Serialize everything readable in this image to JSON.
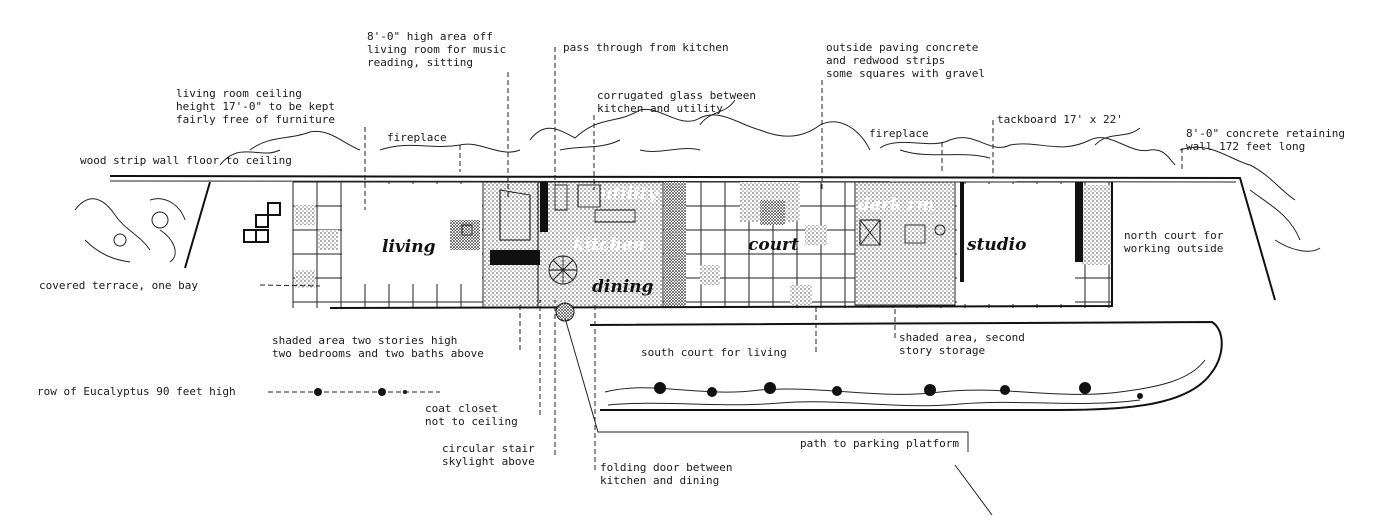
{
  "rooms": {
    "living": "living",
    "utility": "utility",
    "kitchen": "kitchen",
    "dining": "dining",
    "court": "court",
    "dark_rm": "dark rm",
    "studio": "studio"
  },
  "annotations": {
    "wood_strip_wall": "wood strip wall floor to ceiling",
    "living_ceiling": [
      "living room ceiling",
      "height 17'-0\" to be kept",
      "fairly free of furniture"
    ],
    "high_area": [
      "8'-0\" high area off",
      "living room for music",
      "reading, sitting"
    ],
    "pass_through": "pass through from kitchen",
    "paving": [
      "outside paving concrete",
      "and redwood strips",
      "some squares with gravel"
    ],
    "corrugated_glass": [
      "corrugated glass between",
      "kitchen and utility"
    ],
    "fireplace_living": "fireplace",
    "fireplace_studio": "fireplace",
    "tackboard": "tackboard 17' x 22'",
    "retaining_wall": [
      "8'-0\" concrete retaining",
      "wall 172 feet long"
    ],
    "covered_terrace": "covered terrace, one bay",
    "north_court": [
      "north court for",
      "working outside"
    ],
    "shaded_two_story": [
      "shaded area two stories high",
      "two bedrooms and two baths above"
    ],
    "south_court": "south court for living",
    "shaded_storage": [
      "shaded area, second",
      "story storage"
    ],
    "eucalyptus": "row of Eucalyptus 90 feet high",
    "coat_closet": [
      "coat closet",
      "not to ceiling"
    ],
    "circular_stair": [
      "circular stair",
      "skylight above"
    ],
    "folding_door": [
      "folding door between",
      "kitchen and dining"
    ],
    "path_parking": "path to parking platform"
  }
}
